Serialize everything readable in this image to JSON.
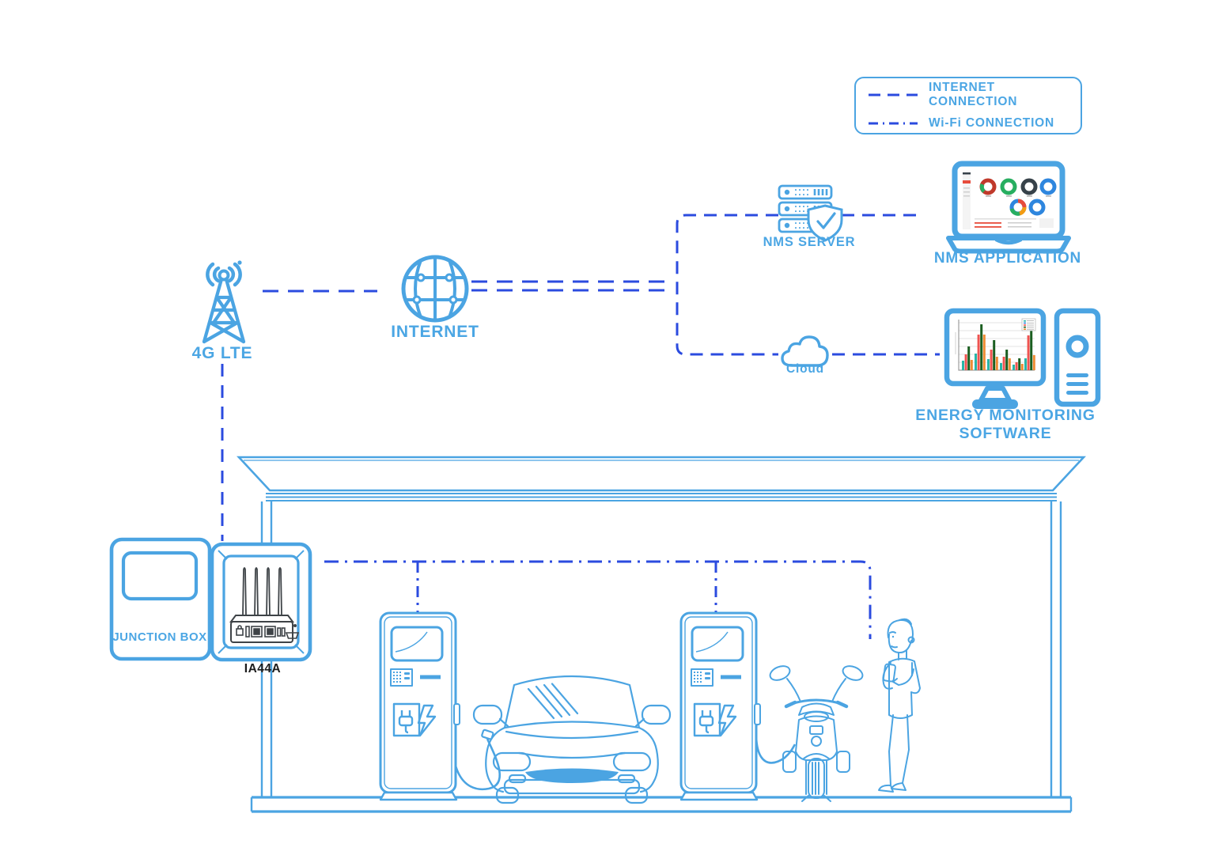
{
  "legend": {
    "items": [
      {
        "id": "internet",
        "label": "INTERNET CONNECTION",
        "line_style": "dashed"
      },
      {
        "id": "wifi",
        "label": "Wi-Fi CONNECTION",
        "line_style": "dash-dot"
      }
    ]
  },
  "labels": {
    "tower": "4G LTE",
    "internet": "INTERNET",
    "nms_server": "NMS SERVER",
    "nms_application": "NMS APPLICATION",
    "cloud": "Cloud",
    "energy_line1": "ENERGY MONITORING",
    "energy_line2": "SOFTWARE",
    "junction_box": "JUNCTION BOX",
    "router_model": "IA44A"
  },
  "colors": {
    "icon_blue": "#4BA4E2",
    "line_blue": "#2B4BDF",
    "text_blue": "#4BA6E4",
    "router_dark": "#3E4347",
    "dashboard_red": "#c0392b",
    "dashboard_green": "#27ae60",
    "dashboard_dark": "#37424a",
    "dashboard_blue": "#2e86de",
    "chart_teal": "#29b6a8",
    "chart_red": "#ef5350",
    "chart_darkgreen": "#1b5e20",
    "chart_orange": "#ef8c34"
  }
}
